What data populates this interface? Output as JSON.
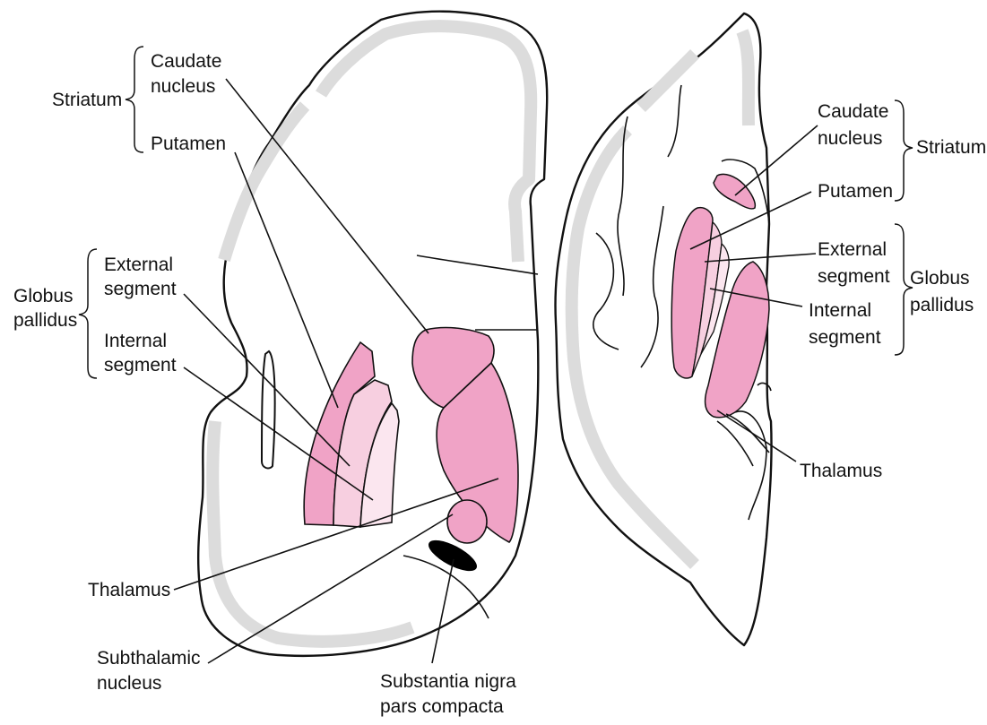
{
  "colors": {
    "putamen": "#f0a3c6",
    "caudate": "#f0a3c6",
    "thalamus": "#f0a3c6",
    "subthalamic": "#f0a3c6",
    "external_segment": "#f7cfe0",
    "internal_segment": "#fbe6ef",
    "substantia_nigra": "#000000",
    "cortex_gray": "#dcdcdc",
    "outline": "#111111"
  },
  "left_panel": {
    "striatum": "Striatum",
    "caudate_line1": "Caudate",
    "caudate_line2": "nucleus",
    "putamen": "Putamen",
    "globus_line1": "Globus",
    "globus_line2": "pallidus",
    "external_line1": "External",
    "external_line2": "segment",
    "internal_line1": "Internal",
    "internal_line2": "segment",
    "thalamus": "Thalamus",
    "subthalamic_line1": "Subthalamic",
    "subthalamic_line2": "nucleus",
    "nigra_line1": "Substantia nigra",
    "nigra_line2": "pars compacta"
  },
  "right_panel": {
    "caudate_line1": "Caudate",
    "caudate_line2": "nucleus",
    "striatum": "Striatum",
    "putamen": "Putamen",
    "external_line1": "External",
    "external_line2": "segment",
    "globus_line1": "Globus",
    "globus_line2": "pallidus",
    "internal_line1": "Internal",
    "internal_line2": "segment",
    "thalamus": "Thalamus"
  }
}
